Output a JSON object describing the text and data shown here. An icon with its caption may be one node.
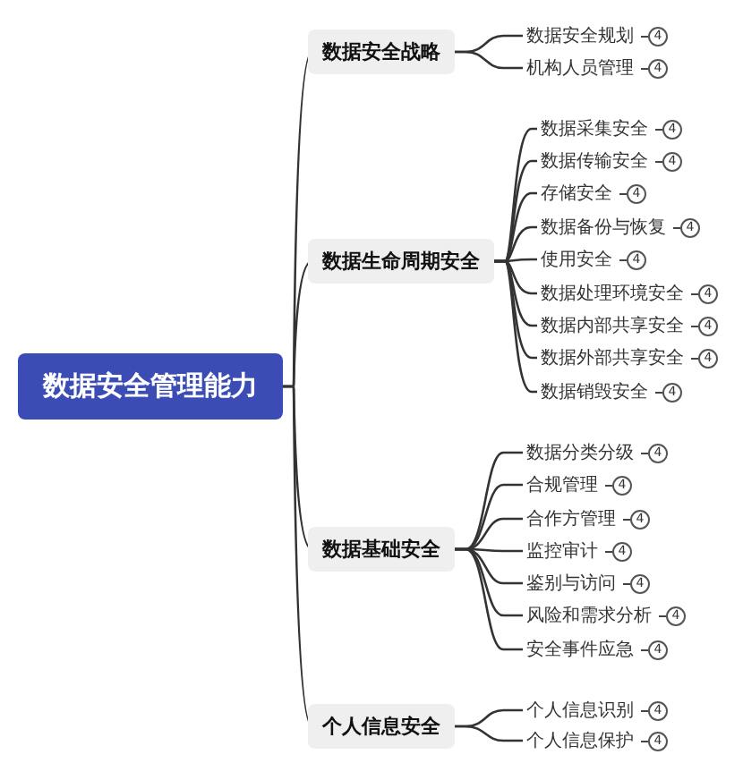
{
  "diagram": {
    "nodes": [
      {
        "text": [
          "数据安全管理能力"
        ]
      },
      {
        "text": [
          "数据安全战略"
        ]
      },
      {
        "text": [
          "数据安全规划"
        ],
        "beside": [
          "4"
        ]
      },
      {
        "text": [
          "机构人员管理"
        ],
        "beside": [
          "4"
        ]
      },
      {
        "text": [
          "数据生命周期安全"
        ]
      },
      {
        "text": [
          "数据采集安全"
        ],
        "beside": [
          "4"
        ]
      },
      {
        "text": [
          "数据传输安全"
        ],
        "beside": [
          "4"
        ]
      },
      {
        "text": [
          "存储安全"
        ],
        "beside": [
          "4"
        ]
      },
      {
        "text": [
          "数据备份与恢复"
        ],
        "beside": [
          "4"
        ]
      },
      {
        "text": [
          "使用安全"
        ],
        "beside": [
          "4"
        ]
      },
      {
        "text": [
          "数据处理环境安全"
        ],
        "beside": [
          "4"
        ]
      },
      {
        "text": [
          "数据内部共享安全"
        ],
        "beside": [
          "4"
        ]
      },
      {
        "text": [
          "数据外部共享安全"
        ],
        "beside": [
          "4"
        ]
      },
      {
        "text": [
          "数据销毁安全"
        ],
        "beside": [
          "4"
        ]
      },
      {
        "text": [
          "数据基础安全"
        ]
      },
      {
        "text": [
          "数据分类分级"
        ],
        "beside": [
          "4"
        ]
      },
      {
        "text": [
          "合规管理"
        ],
        "beside": [
          "4"
        ]
      },
      {
        "text": [
          "合作方管理"
        ],
        "beside": [
          "4"
        ]
      },
      {
        "text": [
          "监控审计"
        ],
        "beside": [
          "4"
        ]
      },
      {
        "text": [
          "鉴别与访问"
        ],
        "beside": [
          "4"
        ]
      },
      {
        "text": [
          "风险和需求分析"
        ],
        "beside": [
          "4"
        ]
      },
      {
        "text": [
          "安全事件应急"
        ],
        "beside": [
          "4"
        ]
      },
      {
        "text": [
          "个人信息安全"
        ]
      },
      {
        "text": [
          "个人信息识别"
        ],
        "beside": [
          "4"
        ]
      },
      {
        "text": [
          "个人信息保护"
        ],
        "beside": [
          "4"
        ]
      }
    ],
    "edges": [
      {
        "from": 0,
        "to": 1,
        "arrow": "none"
      },
      {
        "from": 1,
        "to": 2,
        "arrow": "none"
      },
      {
        "from": 1,
        "to": 3,
        "arrow": "none"
      },
      {
        "from": 0,
        "to": 4,
        "arrow": "none"
      },
      {
        "from": 4,
        "to": 5,
        "arrow": "none"
      },
      {
        "from": 4,
        "to": 6,
        "arrow": "none"
      },
      {
        "from": 4,
        "to": 7,
        "arrow": "none"
      },
      {
        "from": 4,
        "to": 8,
        "arrow": "none"
      },
      {
        "from": 4,
        "to": 9,
        "arrow": "none"
      },
      {
        "from": 4,
        "to": 10,
        "arrow": "none"
      },
      {
        "from": 4,
        "to": 11,
        "arrow": "none"
      },
      {
        "from": 4,
        "to": 12,
        "arrow": "none"
      },
      {
        "from": 4,
        "to": 13,
        "arrow": "none"
      },
      {
        "from": 0,
        "to": 14,
        "arrow": "none"
      },
      {
        "from": 14,
        "to": 15,
        "arrow": "none"
      },
      {
        "from": 14,
        "to": 16,
        "arrow": "none"
      },
      {
        "from": 14,
        "to": 17,
        "arrow": "none"
      },
      {
        "from": 14,
        "to": 18,
        "arrow": "none"
      },
      {
        "from": 14,
        "to": 19,
        "arrow": "none"
      },
      {
        "from": 14,
        "to": 20,
        "arrow": "none"
      },
      {
        "from": 14,
        "to": 21,
        "arrow": "none"
      },
      {
        "from": 0,
        "to": 22,
        "arrow": "none"
      },
      {
        "from": 22,
        "to": 23,
        "arrow": "none"
      },
      {
        "from": 22,
        "to": 24,
        "arrow": "none"
      }
    ]
  }
}
